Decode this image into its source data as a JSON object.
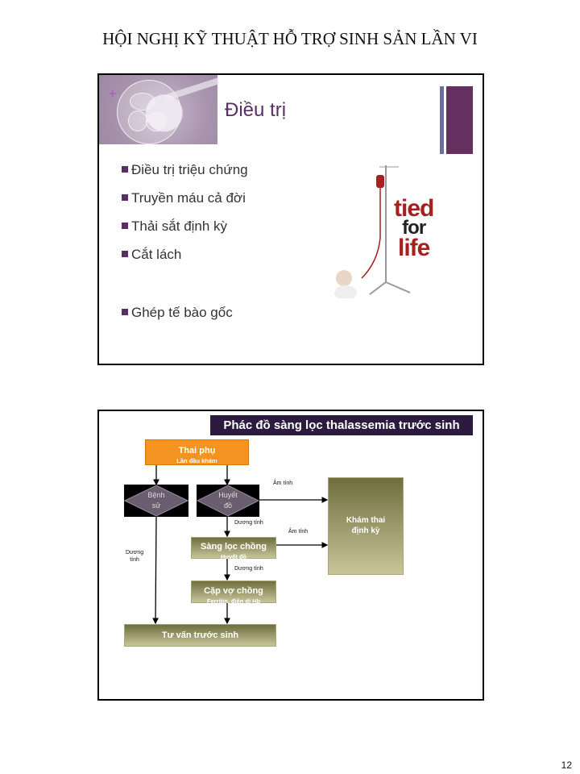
{
  "header": "HỘI NGHỊ KỸ THUẬT HỖ TRỢ SINH SẢN LẦN VI",
  "slide1": {
    "title": "Điều trị",
    "bullets": [
      "Điều trị triệu chứng",
      "Truyền máu cả đời",
      "Thải sắt định kỳ",
      "Cắt lách",
      "Ghép tế bào gốc"
    ],
    "image_text": {
      "tied": "tied",
      "for": "for",
      "life": "life"
    },
    "colors": {
      "accent": "#63305f",
      "title": "#5a2d66"
    }
  },
  "slide2": {
    "title": "Phác đồ sàng lọc thalassemia trước sinh",
    "nodes": {
      "thai_phu": {
        "title": "Thai phụ",
        "sub": "Lần đầu khám"
      },
      "benh_su": {
        "l1": "Bệnh",
        "l2": "sử"
      },
      "huyet_do": {
        "l1": "Huyết",
        "l2": "đồ"
      },
      "kham_thai": {
        "l1": "Khám thai",
        "l2": "định kỳ"
      },
      "sang_loc": {
        "title": "Sàng lọc chồng",
        "sub": "Huyết đồ"
      },
      "cap_vo_chong": {
        "title": "Cặp vợ chồng",
        "sub": "Ferritin, điện di Hb"
      },
      "tu_van": {
        "title": "Tư vấn trước sinh"
      }
    },
    "edge_labels": {
      "am_tinh_1": "Âm tính",
      "duong_tinh_1": "Dương tính",
      "am_tinh_2": "Âm tính",
      "duong_tinh_left_l1": "Dương",
      "duong_tinh_left_l2": "tính",
      "duong_tinh_2": "Dương tính"
    }
  },
  "page_number": "12"
}
